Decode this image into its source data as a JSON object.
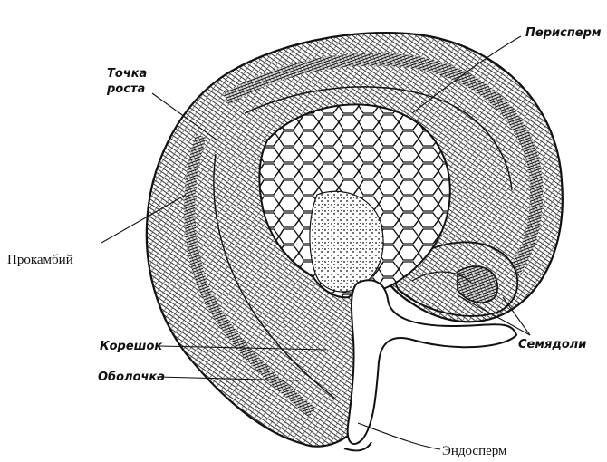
{
  "diagram": {
    "labels": {
      "perisperm": "Перисперм",
      "growth_point_line1": "Точка",
      "growth_point_line2": "роста",
      "procambium": "Прокамбий",
      "rootlet": "Корешок",
      "seed_coat": "Оболочка",
      "cotyledons": "Семядоли",
      "endosperm": "Эндосперм"
    }
  }
}
